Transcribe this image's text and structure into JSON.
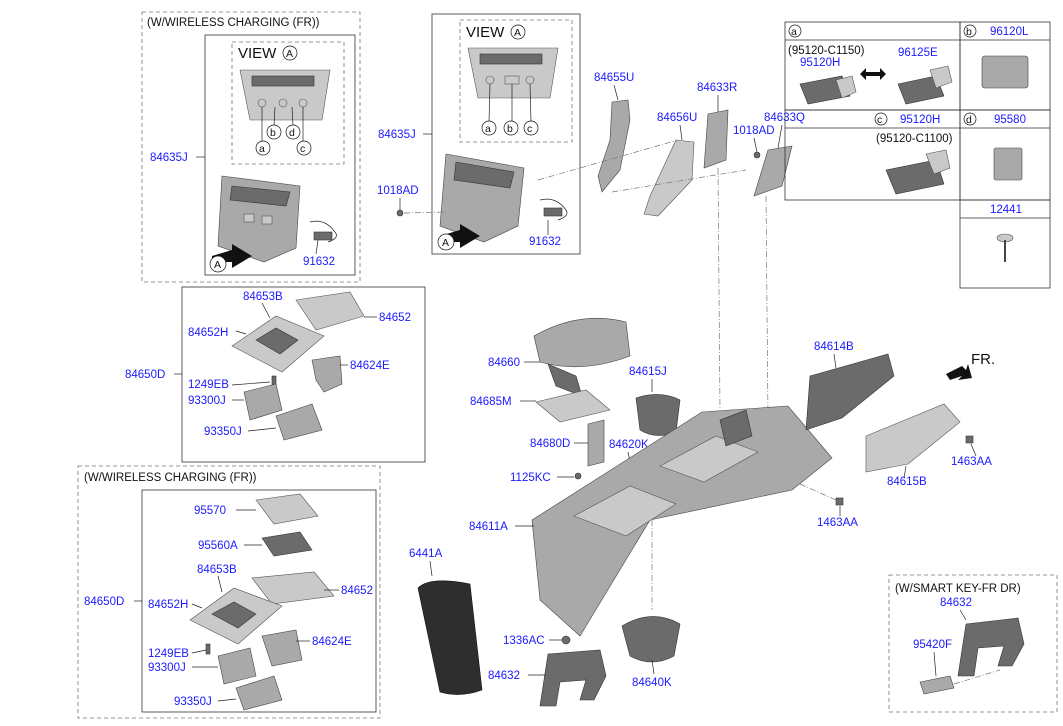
{
  "captions": {
    "wireless_top": "(W/WIRELESS CHARGING (FR))",
    "wireless_bottom": "(W/WIRELESS CHARGING (FR))",
    "smart_key": "(W/SMART KEY-FR DR)",
    "view_a_1": "VIEW",
    "view_a_2": "VIEW",
    "front": "FR.",
    "view_letter": "A",
    "arrow_letter": "A"
  },
  "callouts": [
    "a",
    "b",
    "c",
    "d"
  ],
  "legend": {
    "cell_a_letter": "a",
    "cell_b_letter": "b",
    "cell_c_letter": "c",
    "cell_d_letter": "d",
    "cell_b_part": "96120L",
    "cell_c_part": "95120H",
    "cell_d_part": "95580",
    "bottom_part": "12441",
    "a_variant": "(95120-C1150)",
    "a_left_part": "95120H",
    "a_right_part": "96125E",
    "c_variant": "(95120-C1100)"
  },
  "parts": {
    "p84635J_l": "84635J",
    "p91632_l": "91632",
    "p84635J_m": "84635J",
    "p1018AD_l": "1018AD",
    "p91632_m": "91632",
    "p84655U": "84655U",
    "p84633R": "84633R",
    "p84656U": "84656U",
    "p1018AD_r": "1018AD",
    "p84633Q": "84633Q",
    "p84653B_t": "84653B",
    "p84652_t": "84652",
    "p84652H_t": "84652H",
    "p84650D_t": "84650D",
    "p84624E_t": "84624E",
    "p1249EB_t": "1249EB",
    "p93300J_t": "93300J",
    "p93350J_t": "93350J",
    "p84660": "84660",
    "p84685M": "84685M",
    "p84615J": "84615J",
    "p84614B": "84614B",
    "p84680D": "84680D",
    "p84620K": "84620K",
    "p1125KC": "1125KC",
    "p84611A": "84611A",
    "p1463AA_r": "1463AA",
    "p84615B": "84615B",
    "p1463AA_m": "1463AA",
    "p95570": "95570",
    "p95560A": "95560A",
    "p84653B_b": "84653B",
    "p84652_b": "84652",
    "p84650D_b": "84650D",
    "p84652H_b": "84652H",
    "p84624E_b": "84624E",
    "p1249EB_b": "1249EB",
    "p93300J_b": "93300J",
    "p93350J_b": "93350J",
    "p6441A": "6441A",
    "p1336AC": "1336AC",
    "p84632_m": "84632",
    "p84640K": "84640K",
    "p84632_r": "84632",
    "p95420F": "95420F"
  }
}
